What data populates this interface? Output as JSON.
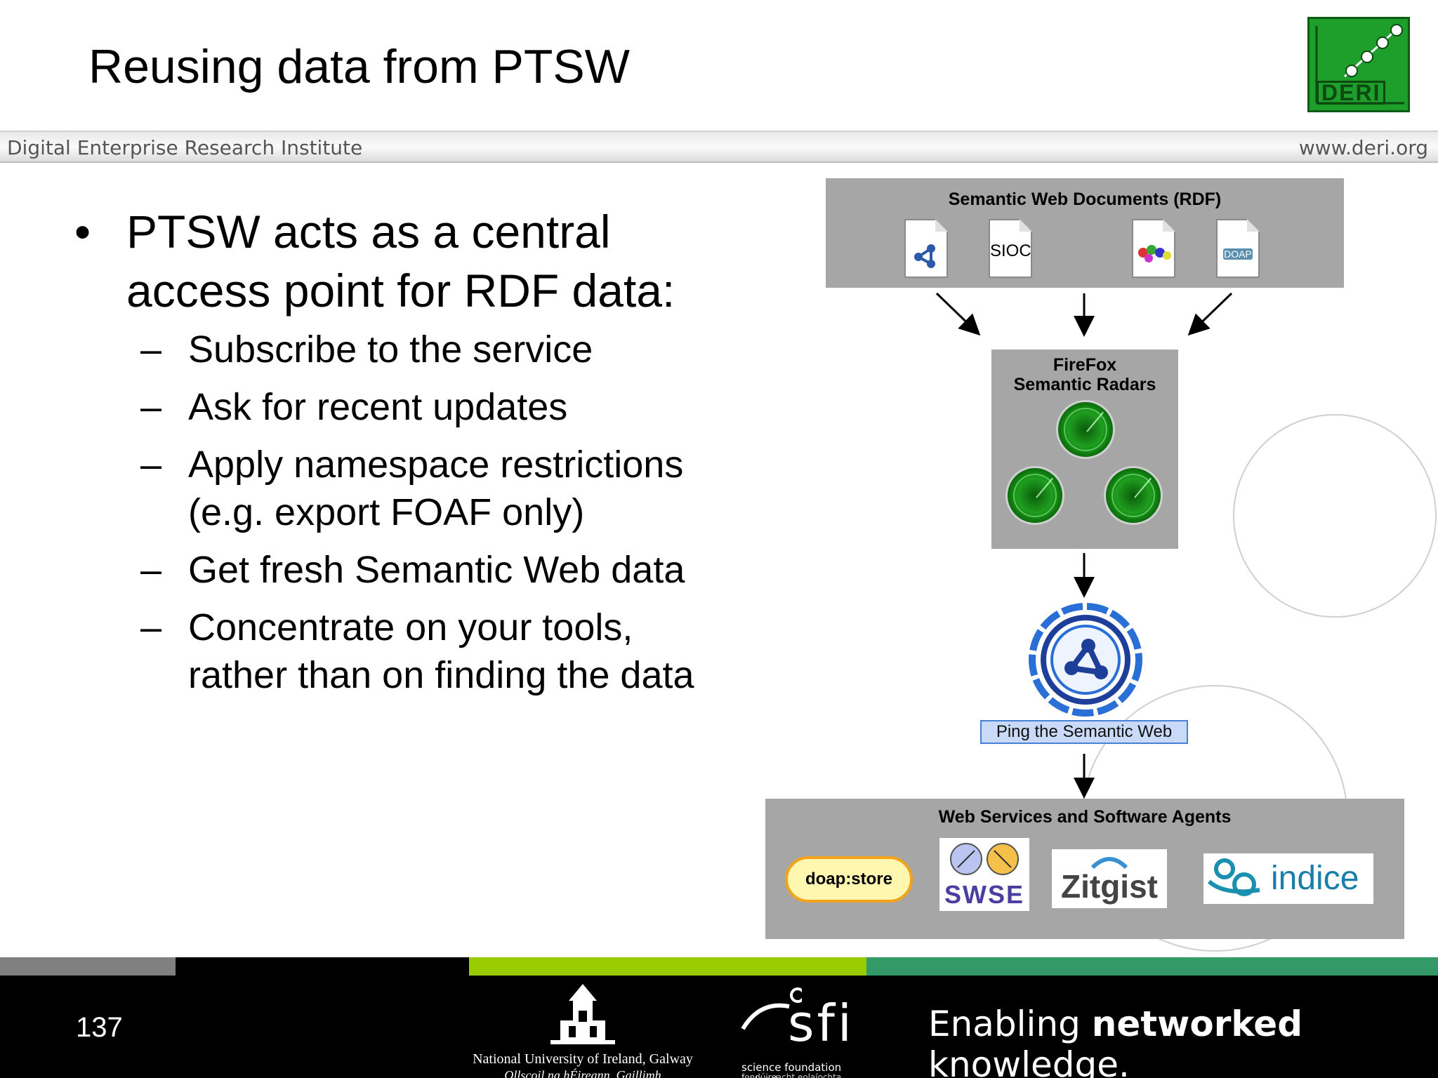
{
  "slide": {
    "title": "Reusing data from PTSW",
    "logo_text": "DERI",
    "institute": "Digital Enterprise Research Institute",
    "website": "www.deri.org",
    "page_number": "137"
  },
  "bullets": {
    "main": "PTSW acts as a central access point for RDF data:",
    "subs": [
      "Subscribe to the service",
      "Ask for recent updates",
      "Apply namespace restrictions (e.g. export FOAF only)",
      "Get fresh Semantic Web data",
      "Concentrate on your tools, rather than on finding the data"
    ]
  },
  "diagram": {
    "documents_title": "Semantic Web Documents (RDF)",
    "doc_glyphs": [
      "",
      "SIOC",
      "",
      "DOAP"
    ],
    "radars_title_line1": "FireFox",
    "radars_title_line2": "Semantic Radars",
    "ping_label": "Ping the Semantic Web",
    "services_title": "Web Services and Software Agents",
    "doap_store": "doap:store",
    "swse": "SWSE",
    "zitgist": "Zitgist",
    "indice": "indice"
  },
  "footer": {
    "university_line1": "National University of Ireland, Galway",
    "university_line2": "Ollscoil na hÉireann, Gaillimh",
    "sfi_mark": "sfi",
    "sfi_line1": "science foundation ireland",
    "sfi_line2": "fondúireacht eolaíochta éireann",
    "tagline_pre": "Enabling ",
    "tagline_bold": "networked",
    "tagline_post": " knowledge."
  },
  "colors": {
    "stripe_gray": "#808080",
    "stripe_black": "#000000",
    "stripe_lime": "#99cc00",
    "stripe_green": "#339966",
    "diagram_gray": "#a6a6a6",
    "deri_green": "#1e9e2b"
  }
}
